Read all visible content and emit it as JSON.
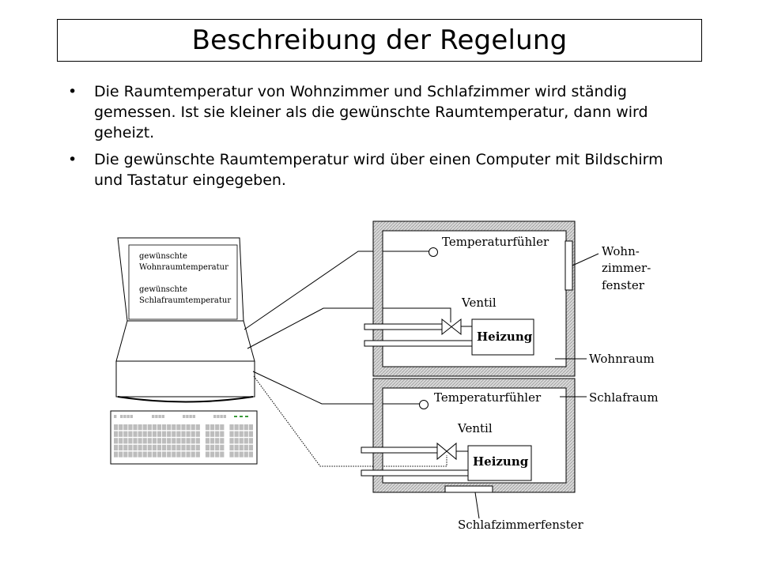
{
  "slide": {
    "title": "Beschreibung der Regelung",
    "bullets": [
      "Die Raumtemperatur von Wohnzimmer und Schlafzimmer wird ständig gemessen. Ist sie kleiner als die gewünschte Raumtemperatur, dann wird geheizt.",
      "Die gewünschte Raumtemperatur wird über einen Computer mit Bildschirm und Tastatur eingegeben."
    ],
    "bullet_symbol": "•"
  },
  "diagram": {
    "screen_lines": {
      "line1": "gewünschte",
      "line2": "Wohnraumtemperatur",
      "line3": "gewünschte",
      "line4": "Schlafraumtemperatur"
    },
    "wohnraum": {
      "sensor_label": "Temperaturfühler",
      "valve_label": "Ventil",
      "heater_label": "Heizung",
      "window_label_1": "Wohn-",
      "window_label_2": "zimmer-",
      "window_label_3": "fenster",
      "room_label": "Wohnraum"
    },
    "schlafraum": {
      "sensor_label": "Temperaturfühler",
      "valve_label": "Ventil",
      "heater_label": "Heizung",
      "room_label": "Schlafraum",
      "window_label": "Schlafzimmerfenster"
    },
    "colors": {
      "wall_hatch": "#bdbdbd",
      "keyboard_key": "#bdbdbd",
      "keyboard_green": "#3a9a3a"
    }
  }
}
